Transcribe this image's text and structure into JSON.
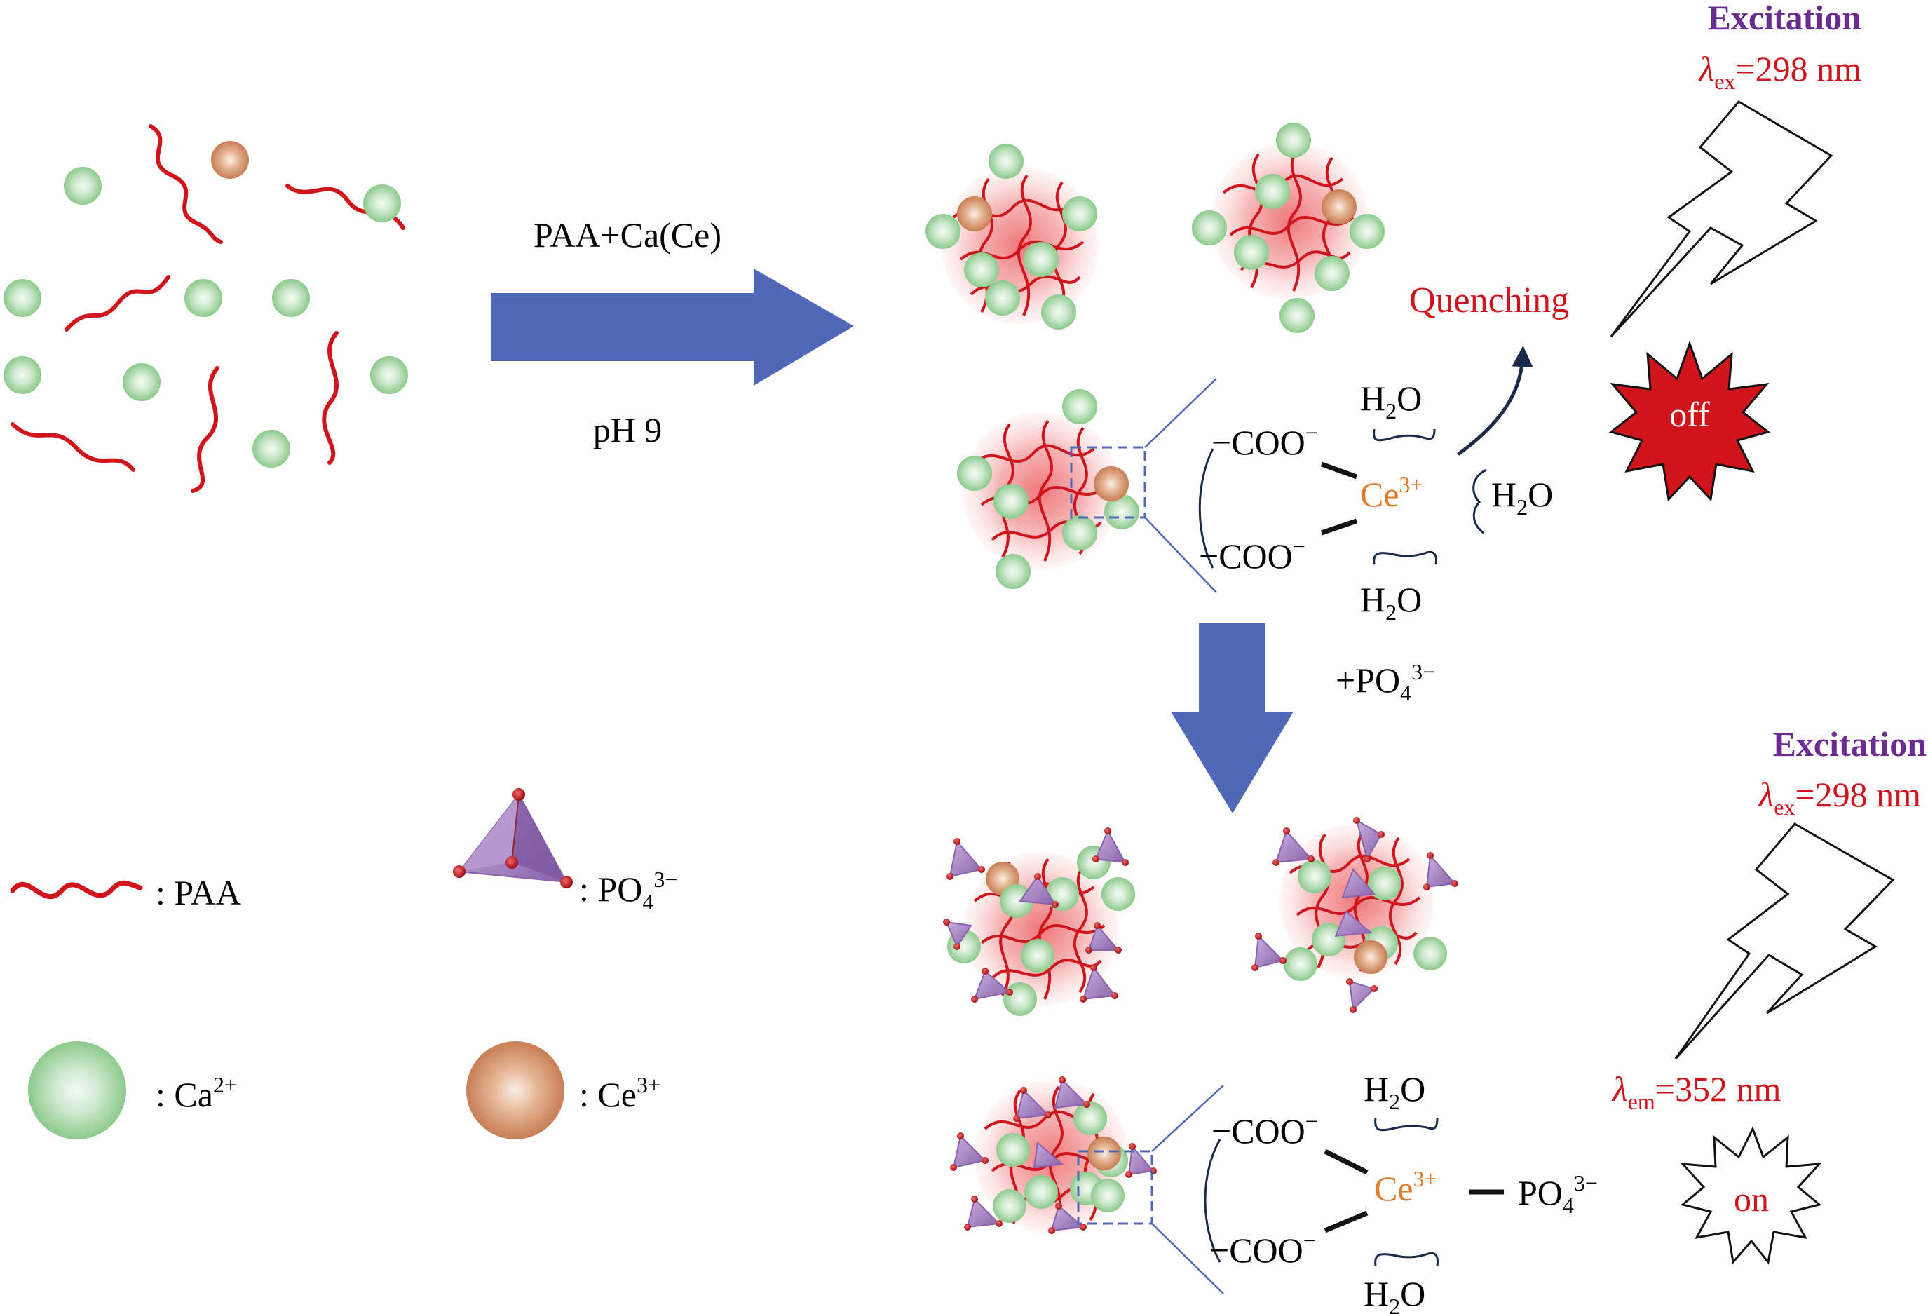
{
  "colors": {
    "paa": "#d0141c",
    "ca": "#a9d9a9",
    "ce": "#d9a07d",
    "po4": "#9b74b8",
    "arrow": "#5168b8",
    "excitation": "#6a2c90",
    "red_text": "#d0141c",
    "ce_label": "#e07b28",
    "off_star": "#d0141c"
  },
  "icons": {
    "paa": "wavy-line-icon",
    "ca": "green-sphere-icon",
    "ce": "orange-sphere-icon",
    "po4": "tetrahedron-icon",
    "lightning": "lightning-bolt-icon",
    "star": "starburst-icon"
  },
  "step1": {
    "label_top": "PAA+Ca(Ce)",
    "label_bottom": "pH 9"
  },
  "step2": {
    "label": "+PO",
    "label_sub": "4",
    "label_sup": "3−"
  },
  "top_panel": {
    "excitation_title": "Excitation",
    "lambda_symbol": "λ",
    "lambda_sub": "ex",
    "lambda_value": "=298 nm",
    "quenching": "Quenching",
    "state": "off",
    "coo_1": "−COO",
    "coo_1_sup": "−",
    "coo_2": "−COO",
    "coo_2_sup": "−",
    "ce_ion": "Ce",
    "ce_ion_sup": "3+",
    "water_top": "H",
    "water_top_sub": "2",
    "water_top_o": "O",
    "water_right": "H",
    "water_right_sub": "2",
    "water_right_o": "O",
    "water_bottom": "H",
    "water_bottom_sub": "2",
    "water_bottom_o": "O"
  },
  "bottom_panel": {
    "excitation_title": "Excitation",
    "lambda_symbol": "λ",
    "lambda_sub": "ex",
    "lambda_value": "=298 nm",
    "emission_symbol": "λ",
    "emission_sub": "em",
    "emission_value": "=352 nm",
    "state": "on",
    "coo_1": "−COO",
    "coo_1_sup": "−",
    "coo_2": "−COO",
    "coo_2_sup": "−",
    "ce_ion": "Ce",
    "ce_ion_sup": "3+",
    "phosphate": "PO",
    "phosphate_sub": "4",
    "phosphate_sup": "3−",
    "water_top": "H",
    "water_top_sub": "2",
    "water_top_o": "O",
    "water_bottom": "H",
    "water_bottom_sub": "2",
    "water_bottom_o": "O"
  },
  "legend": {
    "paa_label": ": PAA",
    "po4_label": ": PO",
    "po4_sub": "4",
    "po4_sup": "3−",
    "ca_label": ": Ca",
    "ca_sup": "2+",
    "ce_label": ": Ce",
    "ce_sup": "3+"
  }
}
